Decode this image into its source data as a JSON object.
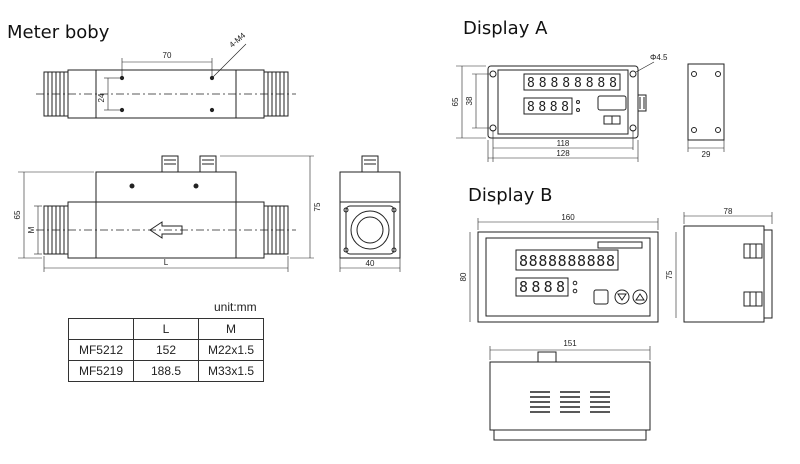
{
  "titles": {
    "meter_body": "Meter boby",
    "display_a": "Display A",
    "display_b": "Display B"
  },
  "meter_body": {
    "dim_hole_spacing": "70",
    "dim_thread": "4-M4",
    "dim_hole_vertical": "24",
    "dim_height": "65",
    "dim_total_height": "75",
    "dim_m": "M",
    "dim_length": "L",
    "dim_side_width": "40"
  },
  "spec_table": {
    "unit": "unit:mm",
    "headers": [
      "",
      "L",
      "M"
    ],
    "rows": [
      [
        "MF5212",
        "152",
        "M22x1.5"
      ],
      [
        "MF5219",
        "188.5",
        "M33x1.5"
      ]
    ]
  },
  "display_a": {
    "dim_hole": "Φ4.5",
    "dim_height_outer": "65",
    "dim_height_inner": "38",
    "dim_width_inner": "118",
    "dim_width_outer": "128",
    "dim_depth": "29",
    "digits_top": "88888888",
    "digits_bottom": "8888"
  },
  "display_b": {
    "dim_width": "160",
    "dim_height": "80",
    "dim_depth": "78",
    "dim_side_height": "75",
    "dim_bottom_width": "151",
    "digits_top": "8888888888",
    "digits_bottom": "8888"
  }
}
